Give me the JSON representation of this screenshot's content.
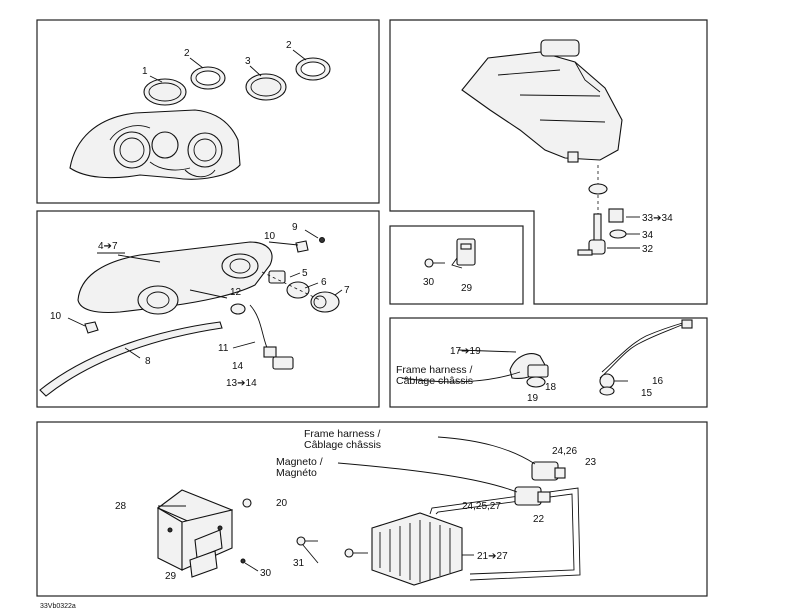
{
  "callouts": {
    "c1": "1",
    "c2a": "2",
    "c2b": "2",
    "c3": "3",
    "c4_7": "4➔7",
    "c10a": "10",
    "c9": "9",
    "c5": "5",
    "c6": "6",
    "c7": "7",
    "c12": "12",
    "c10b": "10",
    "c8": "8",
    "c11": "11",
    "c14": "14",
    "c13_14": "13➔14",
    "c33_34": "33➔34",
    "c34": "34",
    "c32": "32",
    "c30a": "30",
    "c29a": "29",
    "c17_19": "17➔19",
    "c18": "18",
    "c19": "19",
    "c16": "16",
    "c15": "15",
    "c24_26": "24,26",
    "c23": "23",
    "c24_25_27": "24,25,27",
    "c22": "22",
    "c28": "28",
    "c20": "20",
    "c31": "31",
    "c21_27": "21➔27",
    "c29b": "29",
    "c30b": "30"
  },
  "notes": {
    "frame_harness_mid_1": "Frame harness /",
    "frame_harness_mid_2": "Câblage châssis",
    "frame_harness_bottom_1": "Frame harness /",
    "frame_harness_bottom_2": "Câblage châssis",
    "magneto_1": "Magneto /",
    "magneto_2": "Magnéto"
  },
  "diagram_code": "33Vb0322a"
}
